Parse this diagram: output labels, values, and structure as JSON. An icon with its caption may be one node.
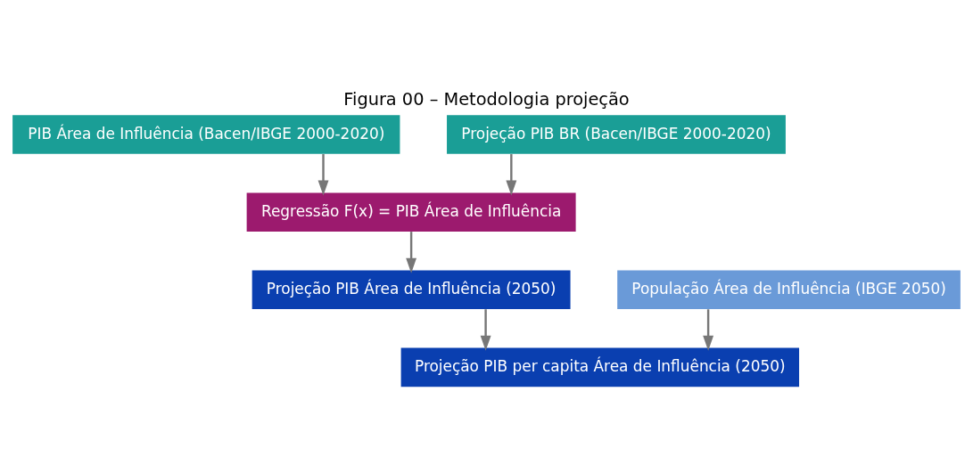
{
  "diagram": {
    "title": "Figura 00 – Metodologia projeção",
    "nodes": [
      {
        "text": [
          "PIB Área de Influência (Bacen/IBGE 2000-2020)"
        ]
      },
      {
        "text": [
          "Projeção PIB BR (Bacen/IBGE 2000-2020)"
        ]
      },
      {
        "text": [
          "Regressão F(x) = PIB Área de Influência"
        ]
      },
      {
        "text": [
          "Projeção PIB Área de Influência (2050)"
        ]
      },
      {
        "text": [
          "População Área de Influência (IBGE 2050)"
        ]
      },
      {
        "text": [
          "Projeção PIB per capita Área de Influência (2050)"
        ]
      }
    ],
    "edges": [
      {
        "from": 0,
        "to": 2,
        "arrow": "to"
      },
      {
        "from": 1,
        "to": 2,
        "arrow": "to"
      },
      {
        "from": 2,
        "to": 3,
        "arrow": "to"
      },
      {
        "from": 3,
        "to": 5,
        "arrow": "to"
      },
      {
        "from": 4,
        "to": 5,
        "arrow": "to"
      }
    ]
  }
}
